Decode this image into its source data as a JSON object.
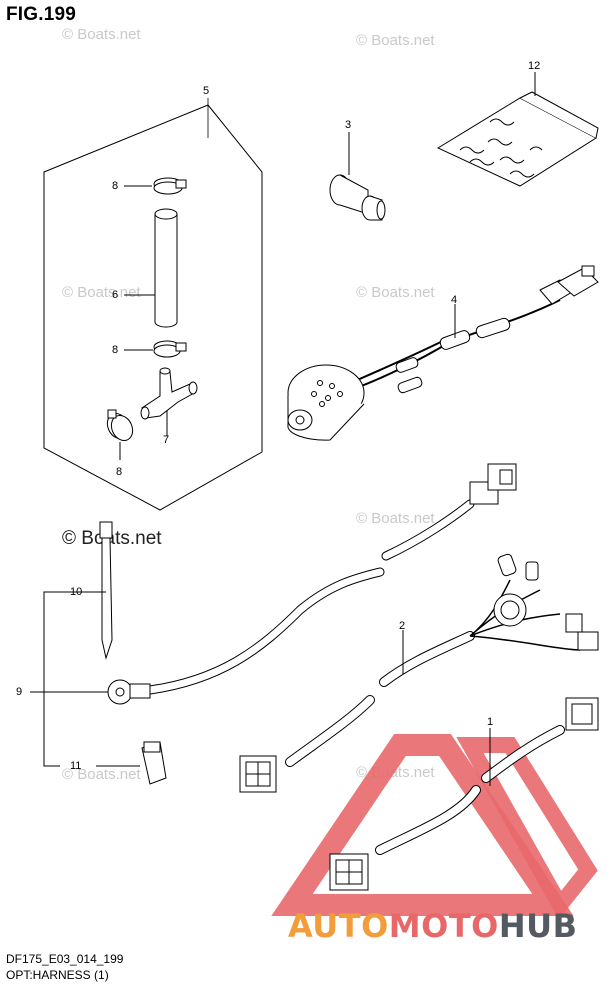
{
  "figure": {
    "title": "FIG.199"
  },
  "watermarks": {
    "text": "© Boats.net",
    "prominent": "© Boats.net"
  },
  "callouts": [
    {
      "id": "5",
      "label": "5"
    },
    {
      "id": "3",
      "label": "3"
    },
    {
      "id": "12",
      "label": "12"
    },
    {
      "id": "8a",
      "label": "8"
    },
    {
      "id": "6",
      "label": "6"
    },
    {
      "id": "4",
      "label": "4"
    },
    {
      "id": "8b",
      "label": "8"
    },
    {
      "id": "7",
      "label": "7"
    },
    {
      "id": "8c",
      "label": "8"
    },
    {
      "id": "10",
      "label": "10"
    },
    {
      "id": "2",
      "label": "2"
    },
    {
      "id": "9",
      "label": "9"
    },
    {
      "id": "1",
      "label": "1"
    },
    {
      "id": "11",
      "label": "11"
    }
  ],
  "footer": {
    "code": "DF175_E03_014_199",
    "caption": "OPT:HARNESS (1)"
  },
  "brand": {
    "part1": "AUTO",
    "part2": "MOTO",
    "part3": "HUB",
    "colors": {
      "auto": "#f39c3a",
      "moto": "#e8686a",
      "hub": "#555a60",
      "triangle": "#e8686a"
    }
  }
}
